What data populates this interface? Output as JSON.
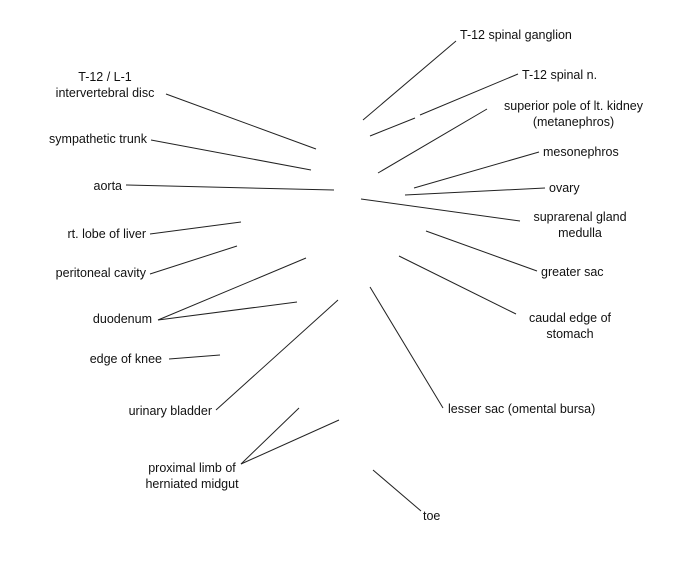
{
  "labels": {
    "t12_ganglion": [
      "T-12 spinal ganglion"
    ],
    "t12_disc": [
      "T-12 / L-1",
      "intervertebral disc"
    ],
    "t12_nerve": [
      "T-12 spinal n."
    ],
    "superior_pole_kidney": [
      "superior pole of lt. kidney",
      "(metanephros)"
    ],
    "sympathetic_trunk": [
      "sympathetic trunk"
    ],
    "mesonephros": [
      "mesonephros"
    ],
    "aorta": [
      "aorta"
    ],
    "ovary": [
      "ovary"
    ],
    "suprarenal_medulla": [
      "suprarenal gland",
      "medulla"
    ],
    "liver_lobe": [
      "rt. lobe of liver"
    ],
    "peritoneal_cavity": [
      "peritoneal cavity"
    ],
    "greater_sac": [
      "greater sac"
    ],
    "duodenum": [
      "duodenum"
    ],
    "stomach_edge": [
      "caudal edge of",
      "stomach"
    ],
    "knee_edge": [
      "edge of knee"
    ],
    "urinary_bladder": [
      "urinary bladder"
    ],
    "lesser_sac": [
      "lesser sac (omental bursa)"
    ],
    "midgut_limb": [
      "proximal limb of",
      "herniated midgut"
    ],
    "toe": [
      "toe"
    ]
  }
}
